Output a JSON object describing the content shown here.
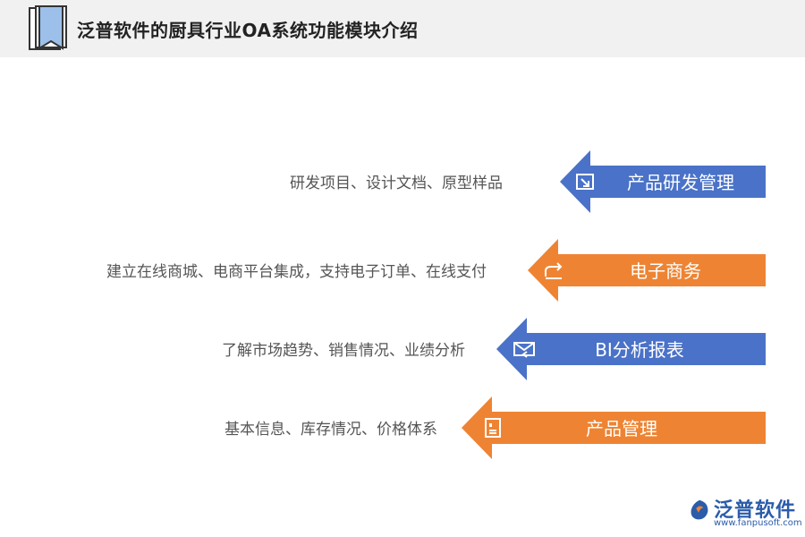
{
  "header": {
    "title": "泛普软件的厨具行业OA系统功能模块介绍"
  },
  "rows": [
    {
      "label": "产品研发管理",
      "description": "研发项目、设计文档、原型样品",
      "color": "#4a72c8",
      "icon": "export-icon"
    },
    {
      "label": "电子商务",
      "description": "建立在线商城、电商平台集成，支持电子订单、在线支付",
      "color": "#ee8433",
      "icon": "share-icon"
    },
    {
      "label": "BI分析报表",
      "description": "了解市场趋势、销售情况、业绩分析",
      "color": "#4a72c8",
      "icon": "mail-reply-icon"
    },
    {
      "label": "产品管理",
      "description": "基本信息、库存情况、价格体系",
      "color": "#ee8433",
      "icon": "document-icon"
    }
  ],
  "logo": {
    "name": "泛普软件",
    "url": "www.fanpusoft.com"
  }
}
